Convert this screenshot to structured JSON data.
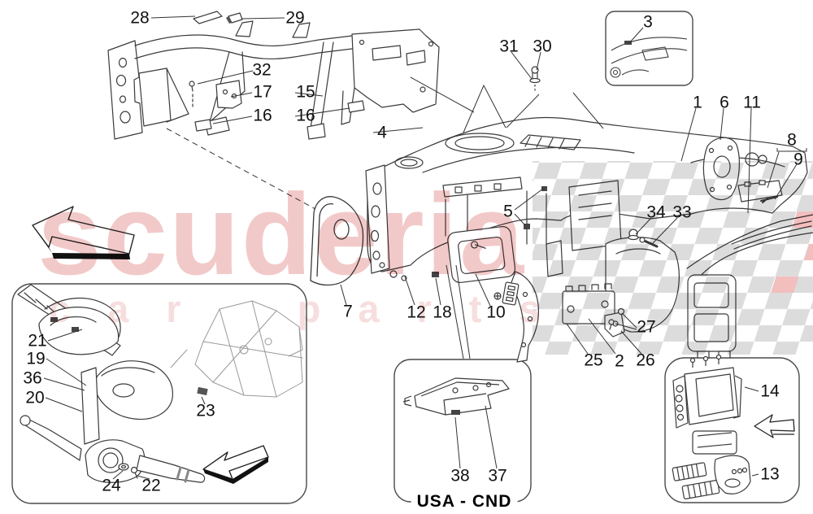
{
  "watermark": {
    "brand": "scuderia",
    "tagline": "car parts",
    "brand_color": "#f2c9c9",
    "tagline_color": "#f7dede",
    "checker_color": "#dcdcdc",
    "checker_pink": "#f3bebe"
  },
  "region_label": "USA - CND",
  "line_color": "#3a3a3a",
  "arrows": [
    {
      "name": "direction-arrow-up-left"
    },
    {
      "name": "direction-arrow-down-left"
    },
    {
      "name": "direction-arrow-left"
    }
  ],
  "callouts": [
    {
      "label": "1"
    },
    {
      "label": "2"
    },
    {
      "label": "3"
    },
    {
      "label": "4"
    },
    {
      "label": "5"
    },
    {
      "label": "6"
    },
    {
      "label": "7"
    },
    {
      "label": "8"
    },
    {
      "label": "9"
    },
    {
      "label": "10"
    },
    {
      "label": "11"
    },
    {
      "label": "12"
    },
    {
      "label": "13"
    },
    {
      "label": "14"
    },
    {
      "label": "15"
    },
    {
      "label": "16"
    },
    {
      "label": "16"
    },
    {
      "label": "17"
    },
    {
      "label": "18"
    },
    {
      "label": "19"
    },
    {
      "label": "20"
    },
    {
      "label": "21"
    },
    {
      "label": "22"
    },
    {
      "label": "23"
    },
    {
      "label": "24"
    },
    {
      "label": "25"
    },
    {
      "label": "26"
    },
    {
      "label": "27"
    },
    {
      "label": "28"
    },
    {
      "label": "29"
    },
    {
      "label": "30"
    },
    {
      "label": "31"
    },
    {
      "label": "32"
    },
    {
      "label": "33"
    },
    {
      "label": "34"
    },
    {
      "label": "36"
    },
    {
      "label": "37"
    },
    {
      "label": "38"
    }
  ]
}
